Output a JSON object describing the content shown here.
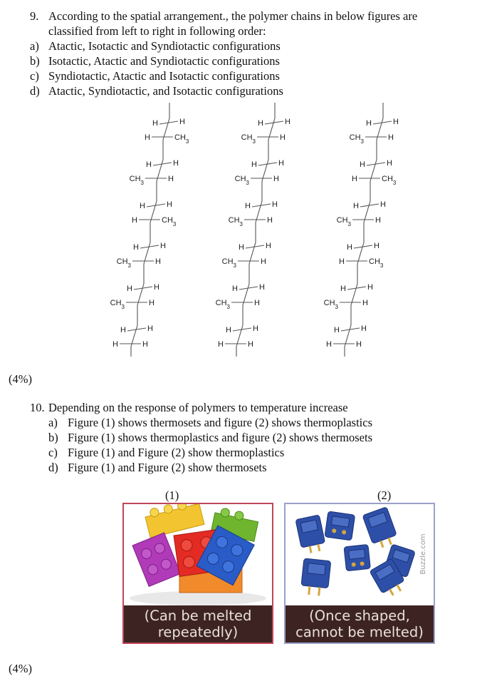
{
  "q9": {
    "number": "9.",
    "stem_line1": "According to the spatial arrangement., the polymer chains in below figures are",
    "stem_line2": "classified from left to right in following order:",
    "options": [
      {
        "letter": "a)",
        "text": "Atactic, Isotactic and Syndiotactic configurations"
      },
      {
        "letter": "b)",
        "text": "Isotactic, Atactic and Syndiotactic configurations"
      },
      {
        "letter": "c)",
        "text": "Syndiotactic, Atactic and Isotactic configurations"
      },
      {
        "letter": "d)",
        "text": "Atactic, Syndiotactic, and Isotactic configurations"
      }
    ],
    "marks": "(4%)"
  },
  "chem": {
    "h": "H",
    "ch3": "CH",
    "sub": "3",
    "chains": [
      [
        "right",
        "left",
        "right",
        "left",
        "left",
        "none"
      ],
      [
        "left",
        "left",
        "left",
        "left",
        "left",
        "none"
      ],
      [
        "left",
        "right",
        "left",
        "right",
        "left",
        "none"
      ]
    ]
  },
  "q10": {
    "number": "10.",
    "stem": "Depending on the response of polymers to temperature increase",
    "options": [
      {
        "letter": "a)",
        "text": "Figure (1) shows thermosets and figure (2) shows thermoplastics"
      },
      {
        "letter": "b)",
        "text": "Figure (1) shows thermoplastics and figure (2) shows thermosets"
      },
      {
        "letter": "c)",
        "text": "Figure (1) and Figure (2) show thermoplastics"
      },
      {
        "letter": "d)",
        "text": "Figure (1) and Figure (2) show thermosets"
      }
    ],
    "fig1_label": "(1)",
    "fig2_label": "(2)",
    "fig1_caption_l1": "(Can be melted",
    "fig1_caption_l2": "repeatedly)",
    "fig2_caption_l1": "(Once shaped,",
    "fig2_caption_l2": "cannot be melted)",
    "watermark": "Buzzle.com",
    "marks": "(4%)"
  },
  "colors": {
    "caption_bg": "#3d2422",
    "fig1_border": "#c0455a",
    "fig2_border": "#9aa0c8",
    "connector_blue": "#2e4fa8"
  }
}
